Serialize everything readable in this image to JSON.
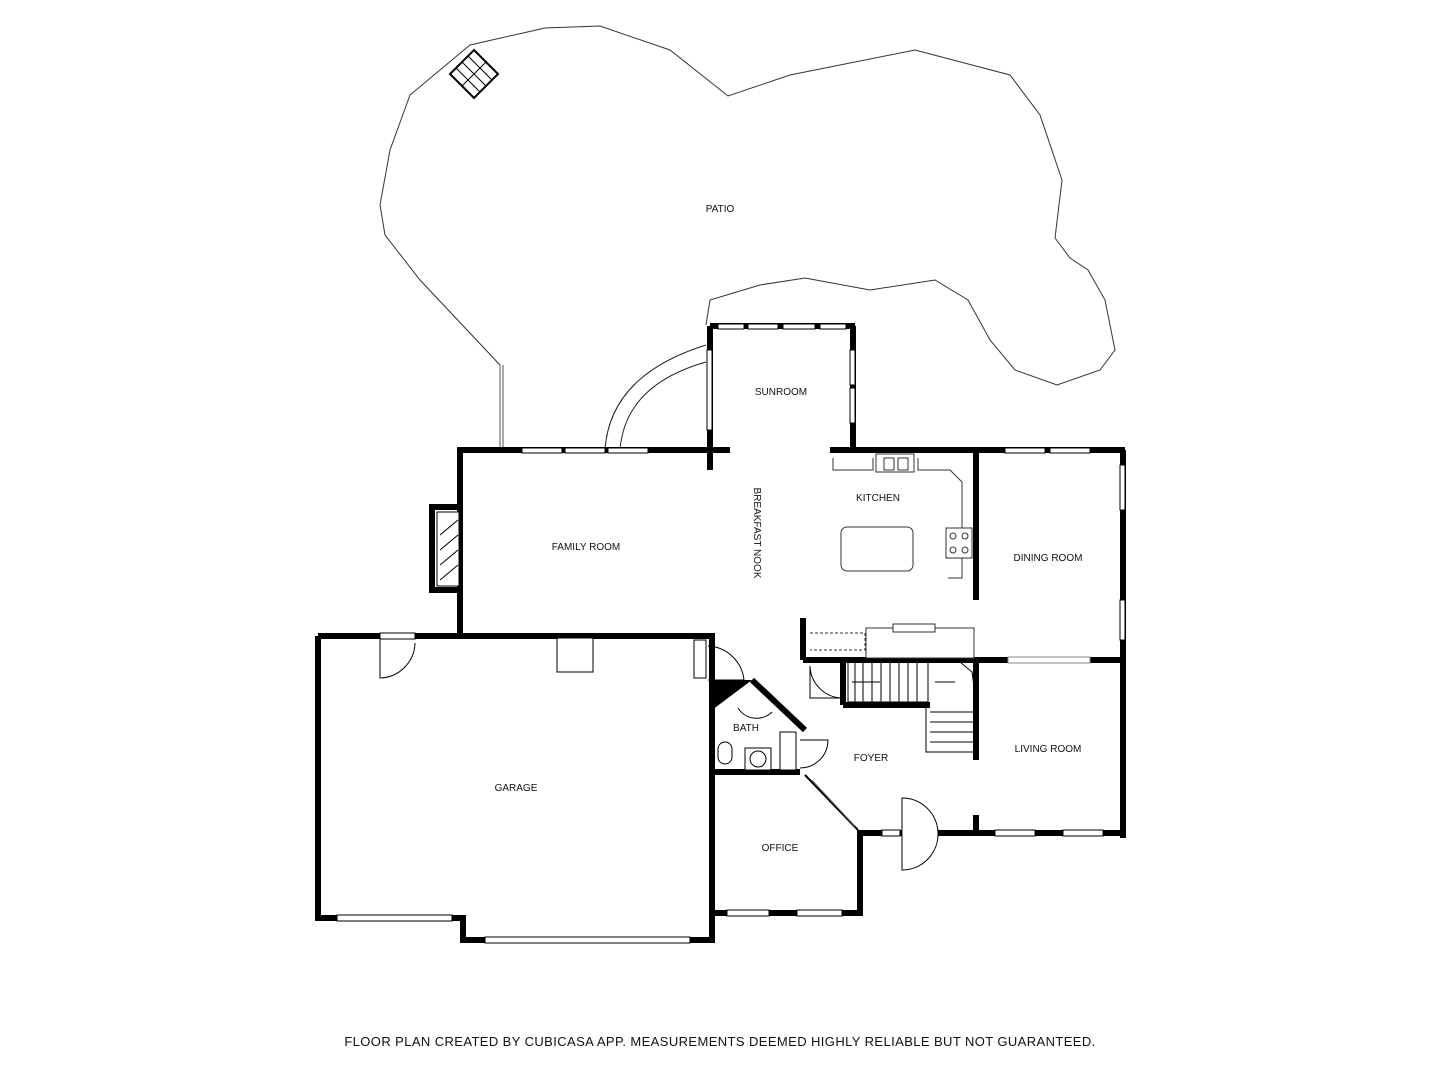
{
  "plan": {
    "rooms": {
      "patio": "PATIO",
      "sunroom": "SUNROOM",
      "breakfast_nook": "BREAKFAST NOOK",
      "kitchen": "KITCHEN",
      "family_room": "FAMILY ROOM",
      "dining_room": "DINING ROOM",
      "garage": "GARAGE",
      "bath": "BATH",
      "foyer": "FOYER",
      "living_room": "LIVING ROOM",
      "office": "OFFICE"
    }
  },
  "footer": {
    "disclaimer": "FLOOR PLAN CREATED BY CUBICASA APP. MEASUREMENTS DEEMED HIGHLY RELIABLE BUT NOT GUARANTEED."
  },
  "colors": {
    "wall": "#000000",
    "line": "#222222",
    "background": "#ffffff"
  }
}
